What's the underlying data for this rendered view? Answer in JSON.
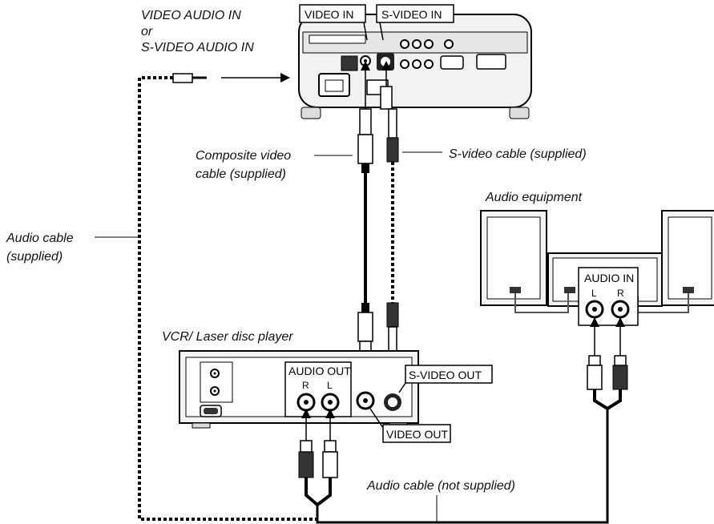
{
  "labels": {
    "video_audio_in": "VIDEO AUDIO IN",
    "or": "or",
    "s_video_audio_in": "S-VIDEO AUDIO IN",
    "video_in": "VIDEO IN",
    "s_video_in": "S-VIDEO IN",
    "composite_line1": "Composite video",
    "composite_line2": "cable (supplied)",
    "s_video_cable": "S-video cable (supplied)",
    "audio_equipment": "Audio equipment",
    "audio_cable_line1": "Audio cable",
    "audio_cable_line2": "(supplied)",
    "vcr": "VCR/ Laser disc player",
    "audio_out": "AUDIO OUT",
    "r": "R",
    "l": "L",
    "s_video_out": "S-VIDEO OUT",
    "video_out": "VIDEO OUT",
    "audio_in": "AUDIO IN",
    "audio_not_supplied": "Audio cable (not supplied)"
  }
}
